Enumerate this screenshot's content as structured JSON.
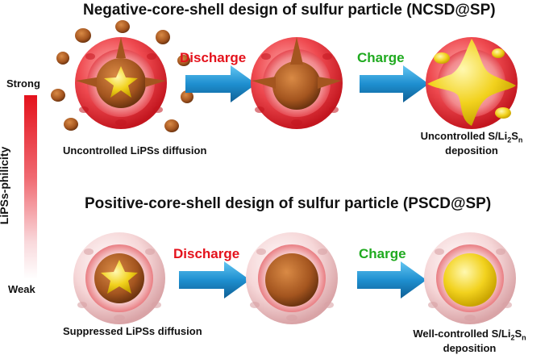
{
  "scale": {
    "axis_title": "LiPSs-philicity",
    "high_label": "Strong",
    "low_label": "Weak"
  },
  "top_row": {
    "title": "Negative-core-shell design of sulfur particle (NCSD@SP)",
    "step1": "Discharge",
    "step2": "Charge",
    "caption_left": "Uncontrolled LiPSs diffusion",
    "caption_right_line1_prefix": "Uncontrolled S/Li",
    "caption_right_sub1": "2",
    "caption_right_mid": "S",
    "caption_right_sub2": "n",
    "caption_right_line2": "deposition"
  },
  "bottom_row": {
    "title": "Positive-core-shell design of sulfur particle (PSCD@SP)",
    "step1": "Discharge",
    "step2": "Charge",
    "caption_left": "Suppressed LiPSs diffusion",
    "caption_right_line1_prefix": "Well-controlled S/Li",
    "caption_right_sub1": "2",
    "caption_right_mid": "S",
    "caption_right_sub2": "n",
    "caption_right_line2": "deposition"
  },
  "colors": {
    "discharge": "#e4121c",
    "charge": "#1faa1f",
    "arrow": "#1e8fd0",
    "shell_red": "#e8323a",
    "shell_pink": "#f3c4c6",
    "polysulfide_brown": "#a0521e",
    "sulfur_yellow": "#f2d21e"
  }
}
